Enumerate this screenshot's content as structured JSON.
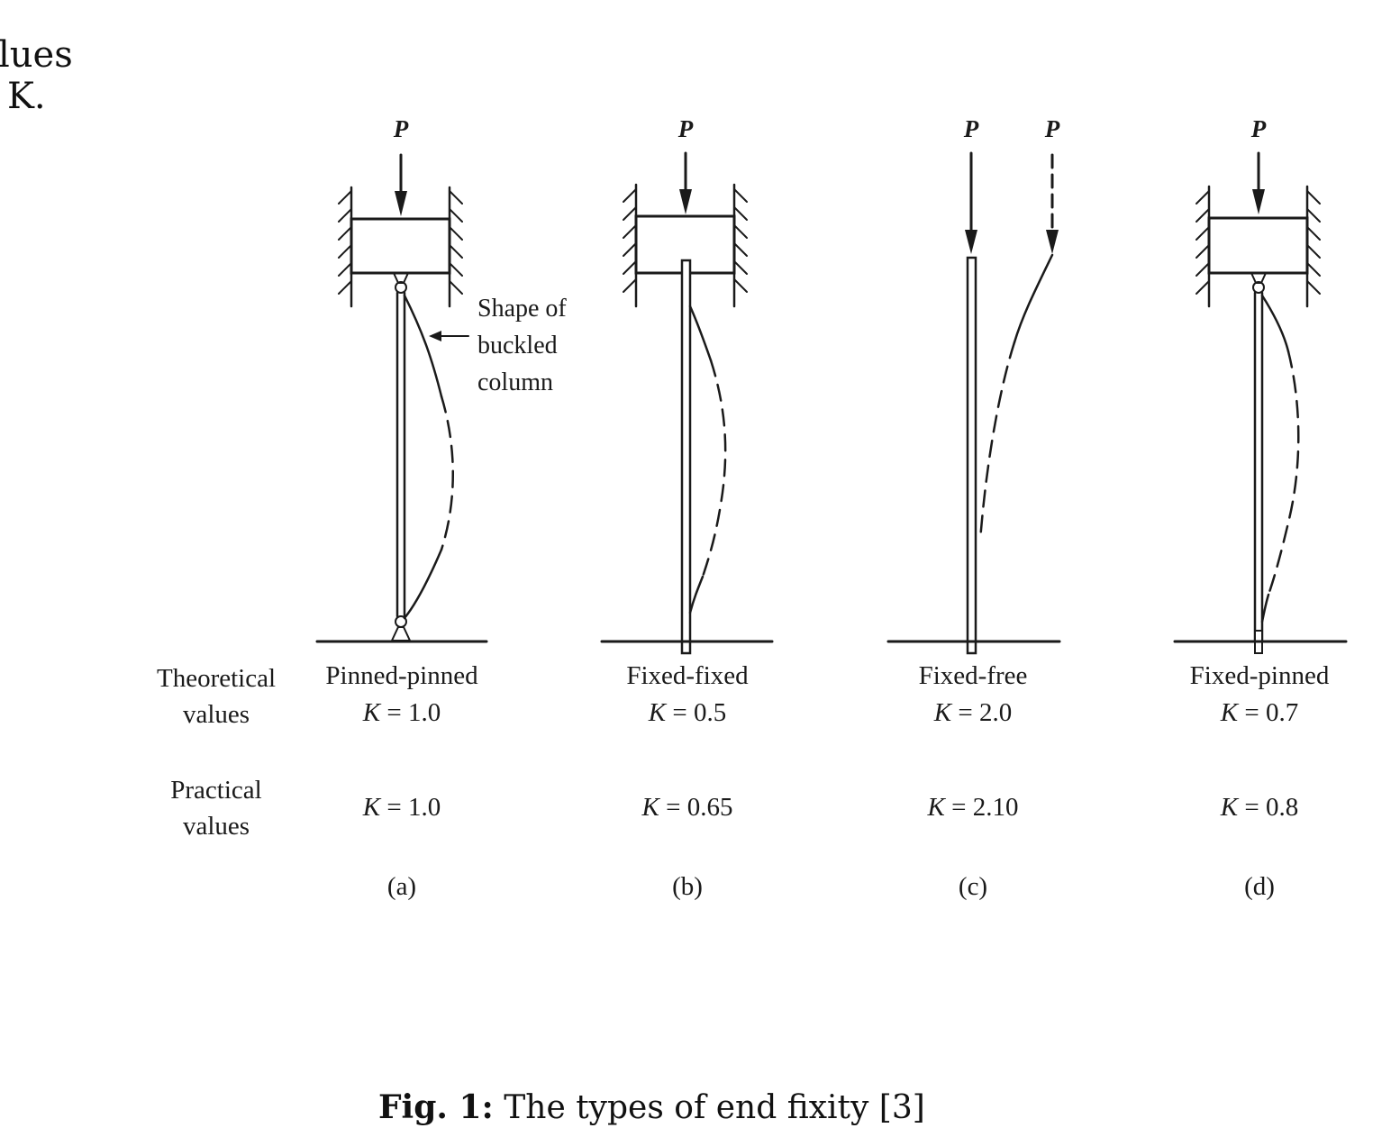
{
  "page_fragment": {
    "line1": "lues",
    "line2": "K."
  },
  "figure": {
    "load_symbol": "P",
    "annotation": {
      "line1": "Shape of",
      "line2": "buckled",
      "line3": "column"
    },
    "row_labels": {
      "theoretical_line1": "Theoretical",
      "theoretical_line2": "values",
      "practical_line1": "Practical",
      "practical_line2": "values"
    },
    "cases": [
      {
        "id": "a",
        "label": "(a)",
        "name": "Pinned-pinned",
        "k_symbol": "K",
        "theoretical": "= 1.0",
        "practical": "= 1.0"
      },
      {
        "id": "b",
        "label": "(b)",
        "name": "Fixed-fixed",
        "k_symbol": "K",
        "theoretical": "= 0.5",
        "practical": "= 0.65"
      },
      {
        "id": "c",
        "label": "(c)",
        "name": "Fixed-free",
        "k_symbol": "K",
        "theoretical": "= 2.0",
        "practical": "= 2.10"
      },
      {
        "id": "d",
        "label": "(d)",
        "name": "Fixed-pinned",
        "k_symbol": "K",
        "theoretical": "= 0.7",
        "practical": "= 0.8"
      }
    ]
  },
  "caption": {
    "prefix": "Fig. 1:",
    "text": " The types of end fixity [3]"
  },
  "colors": {
    "ink": "#1a1a1a",
    "background": "#ffffff"
  }
}
